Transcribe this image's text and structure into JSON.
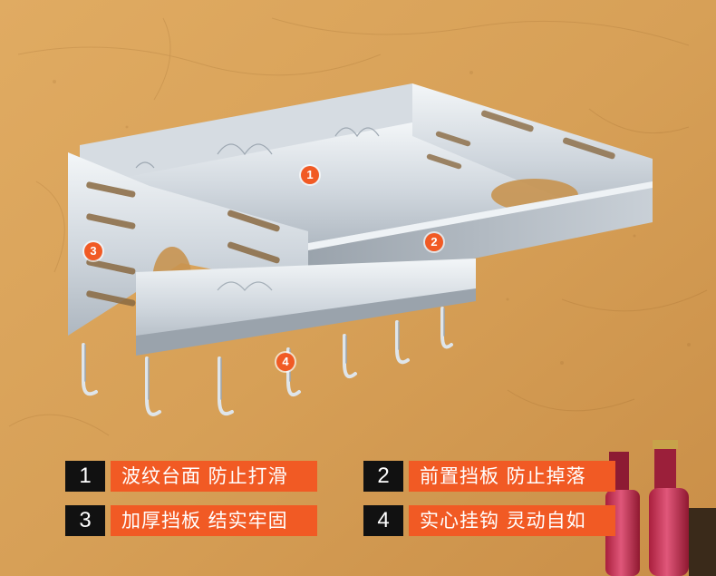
{
  "colors": {
    "wall": "#d9a45c",
    "rack": "#d7dde4",
    "marker": "#f15a24",
    "label_bg": "#f15a24",
    "number_bg": "#111111"
  },
  "markers": [
    "1",
    "2",
    "3",
    "4"
  ],
  "features": [
    {
      "number": "1",
      "text": "波纹台面 防止打滑"
    },
    {
      "number": "2",
      "text": "前置挡板 防止掉落"
    },
    {
      "number": "3",
      "text": "加厚挡板 结实牢固"
    },
    {
      "number": "4",
      "text": "实心挂钩 灵动自如"
    }
  ]
}
